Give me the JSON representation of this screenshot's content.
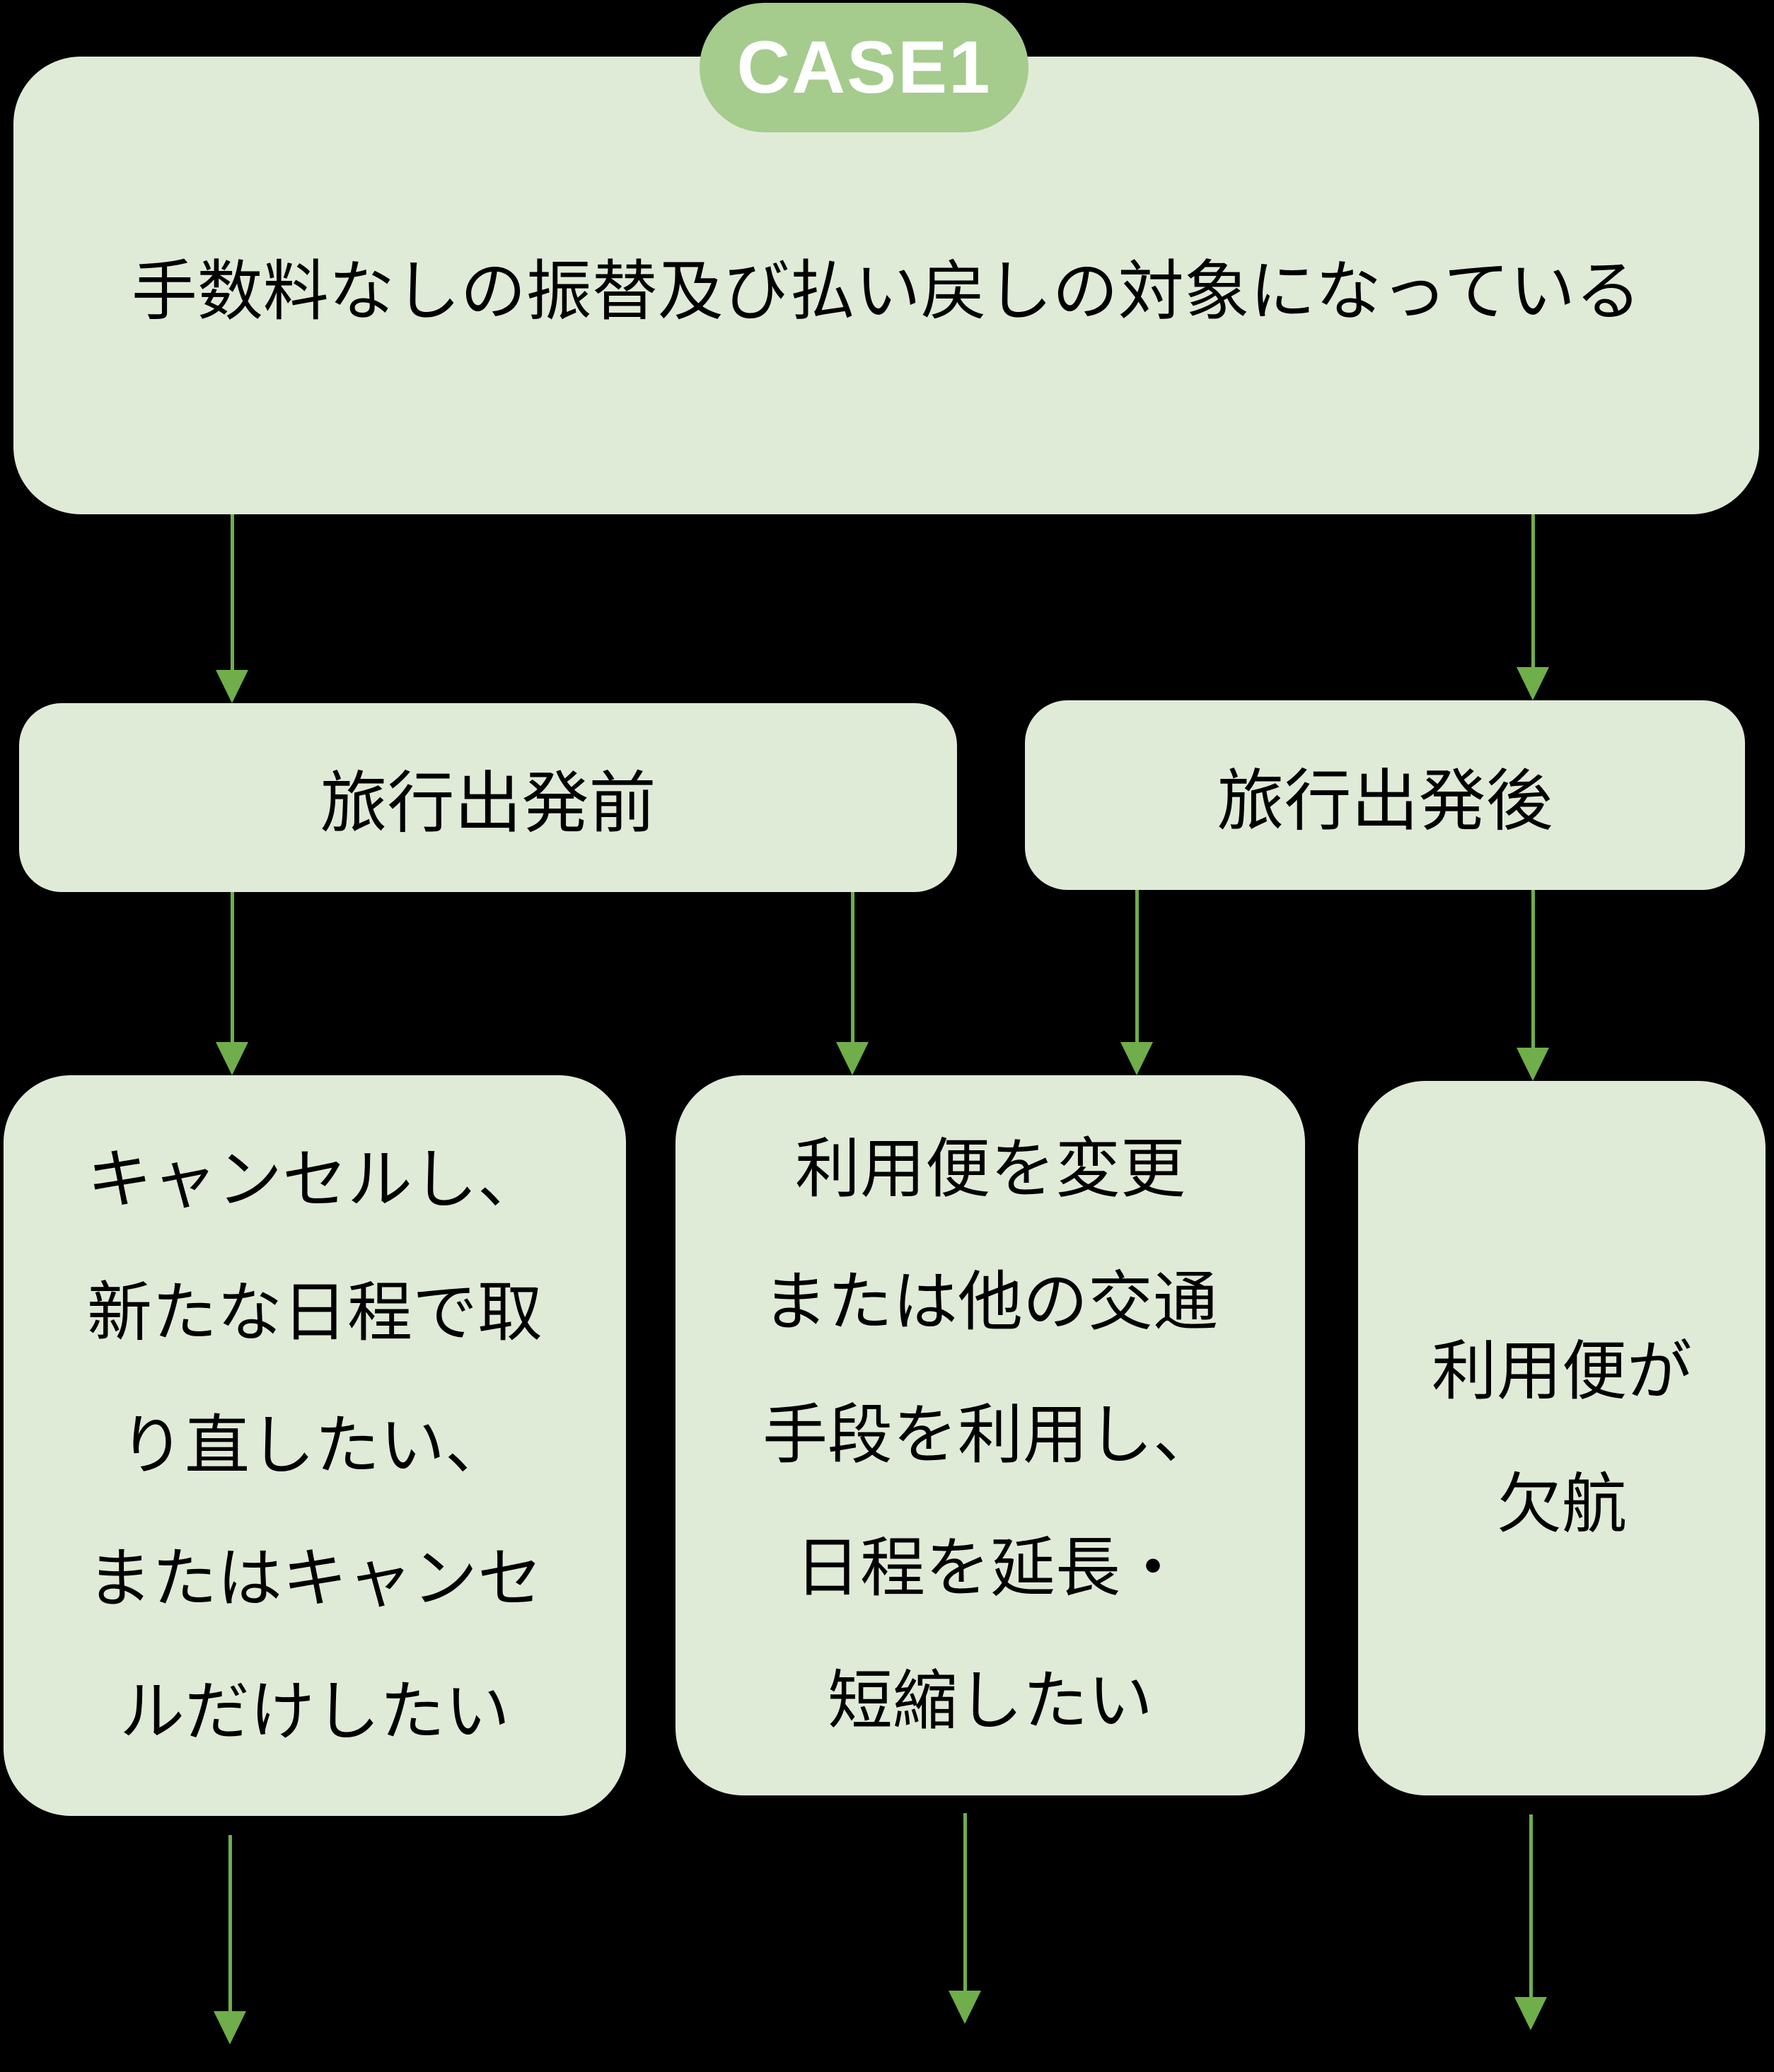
{
  "colors": {
    "background": "#000000",
    "node_fill": "#e0ebd7",
    "node_text": "#000000",
    "badge_fill": "#a5cb8d",
    "badge_text": "#ffffff",
    "arrow": "#6fae4a"
  },
  "badge": {
    "label": "CASE1"
  },
  "nodes": {
    "root": {
      "text": "手数料なしの振替及び払い戻しの対象になっている"
    },
    "before_departure": {
      "text": "旅行出発前"
    },
    "after_departure": {
      "text": "旅行出発後"
    },
    "cancel_rebook": {
      "lines": [
        "キャンセルし、",
        "新たな日程で取",
        "り直したい、",
        "またはキャンセ",
        "ルだけしたい"
      ]
    },
    "change_flight": {
      "lines": [
        "利用便を変更",
        "または他の交通",
        "手段を利用し、",
        "日程を延長・",
        "短縮したい"
      ]
    },
    "flight_cancelled": {
      "lines": [
        "利用便が",
        "欠航"
      ]
    }
  },
  "edges": [
    {
      "from": "root",
      "to": "before_departure"
    },
    {
      "from": "root",
      "to": "after_departure"
    },
    {
      "from": "before_departure",
      "to": "cancel_rebook"
    },
    {
      "from": "before_departure",
      "to": "change_flight"
    },
    {
      "from": "after_departure",
      "to": "change_flight"
    },
    {
      "from": "after_departure",
      "to": "flight_cancelled"
    },
    {
      "from": "cancel_rebook",
      "to": "offscreen-bottom"
    },
    {
      "from": "change_flight",
      "to": "offscreen-bottom"
    },
    {
      "from": "flight_cancelled",
      "to": "offscreen-bottom"
    }
  ]
}
